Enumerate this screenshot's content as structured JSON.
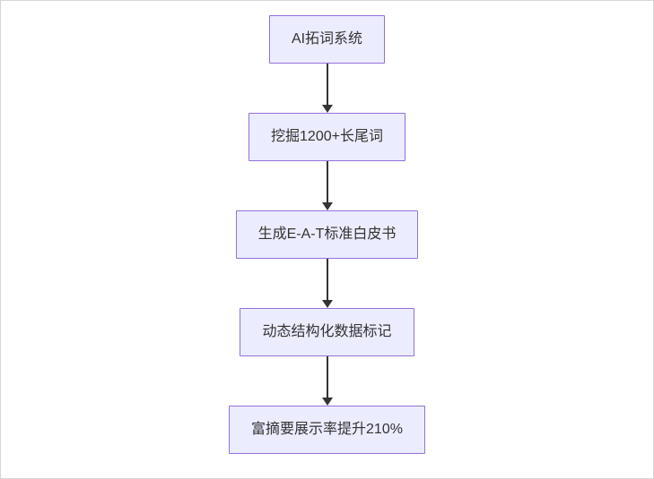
{
  "flowchart": {
    "type": "flowchart",
    "direction": "top-down",
    "node_fill": "#ECECFF",
    "node_border": "#9370DB",
    "arrow_color": "#333333",
    "nodes": [
      {
        "label": "AI拓词系统"
      },
      {
        "label": "挖掘1200+长尾词"
      },
      {
        "label": "生成E-A-T标准白皮书"
      },
      {
        "label": "动态结构化数据标记"
      },
      {
        "label": "富摘要展示率提升210%"
      }
    ]
  }
}
